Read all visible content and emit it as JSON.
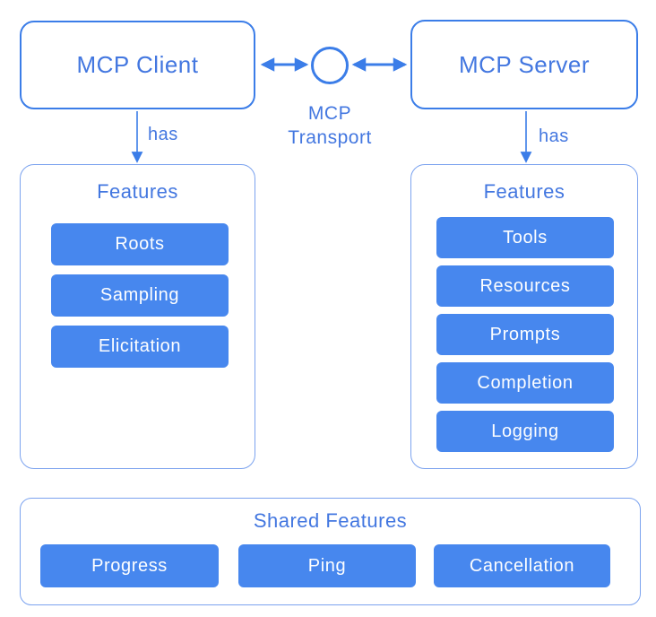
{
  "colors": {
    "accent": "#3b7de8",
    "container_border": "#7ca3ef",
    "button_fill": "#4787ee",
    "button_text": "#fdfeff",
    "heading_text": "#4377e0"
  },
  "client": {
    "title": "MCP Client",
    "relation_label": "has",
    "features": {
      "title": "Features",
      "items": [
        "Roots",
        "Sampling",
        "Elicitation"
      ]
    }
  },
  "server": {
    "title": "MCP Server",
    "relation_label": "has",
    "features": {
      "title": "Features",
      "items": [
        "Tools",
        "Resources",
        "Prompts",
        "Completion",
        "Logging"
      ]
    }
  },
  "transport": {
    "label_line1": "MCP",
    "label_line2": "Transport"
  },
  "shared": {
    "title": "Shared Features",
    "items": [
      "Progress",
      "Ping",
      "Cancellation"
    ]
  }
}
